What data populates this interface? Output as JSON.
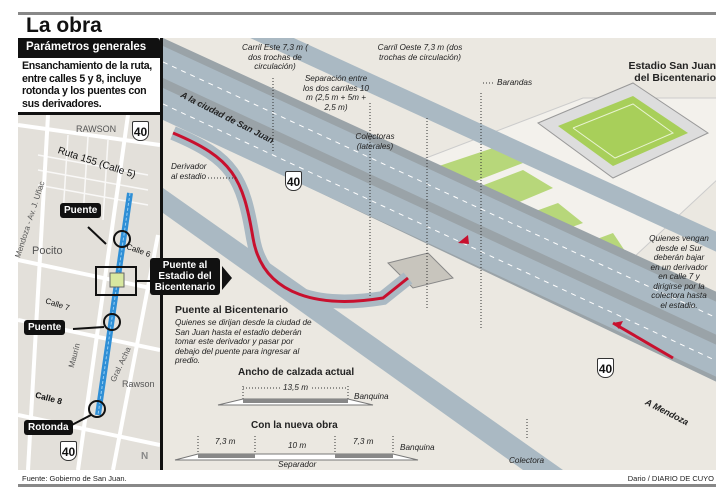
{
  "title": "La obra",
  "params": {
    "heading": "Parámetros generales",
    "text": "Ensanchamiento de la ruta, entre calles 5 y 8, incluye rotonda y los puentes con sus derivadores."
  },
  "minimap": {
    "rawson_top": "RAWSON",
    "route_label": "Ruta 155 (Calle 5)",
    "mendoza": "Mendoza - Av. J. Uñac",
    "pocito": "Pocito",
    "calle6": "Calle 6",
    "calle7": "Calle 7",
    "calle8": "Calle 8",
    "maurin": "Maurín",
    "gral_acha": "Gral. Acha",
    "rawson": "Rawson",
    "tag_puente1": "Puente",
    "tag_puente2": "Puente",
    "tag_rotonda": "Rotonda",
    "tag_estadio": "Puente al Estadio del Bicentenario",
    "shield": "40",
    "north": "N"
  },
  "illustration": {
    "to_san_juan": "A la ciudad de San Juan",
    "to_mendoza": "A Mendoza",
    "carril_este": "Carril Este 7,3 m ( dos trochas de circulación)",
    "carril_oeste": "Carril Oeste 7,3 m (dos trochas de circulación)",
    "separacion": "Separación entre los dos carriles 10 m (2,5 m + 5m + 2,5 m)",
    "colectoras": "Colectoras (laterales)",
    "barandas": "Barandas",
    "derivador": "Derivador al estadio",
    "estadio_title": "Estadio San Juan del Bicentenario",
    "sur_note": "Quienes vengan desde el Sur deberán bajar en un derivador en calle 7 y dirigirse por la colectora hasta el estadio.",
    "colectora": "Colectora",
    "shield": "40",
    "puente_title": "Puente al Bicentenario",
    "puente_text": "Quienes se dirijan desde la ciudad de San Juan hasta el estadio deberán tomar este derivador y pasar por debajo del puente para ingresar al predio."
  },
  "sections": {
    "actual_title": "Ancho de calzada actual",
    "actual_width": "13,5 m",
    "banquina": "Banquina",
    "nueva_title": "Con la nueva obra",
    "left_lane": "7,3 m",
    "separator_width": "10 m",
    "right_lane": "7,3 m",
    "banquina2": "Banquina",
    "separador": "Separador"
  },
  "footer": {
    "source": "Fuente: Gobierno de San Juan.",
    "credit": "Dario / DIARIO DE CUYO"
  },
  "colors": {
    "route": "#2f8fd6",
    "red_path": "#c8102e",
    "grass": "#b7d77a",
    "road": "#a9b8c2"
  }
}
